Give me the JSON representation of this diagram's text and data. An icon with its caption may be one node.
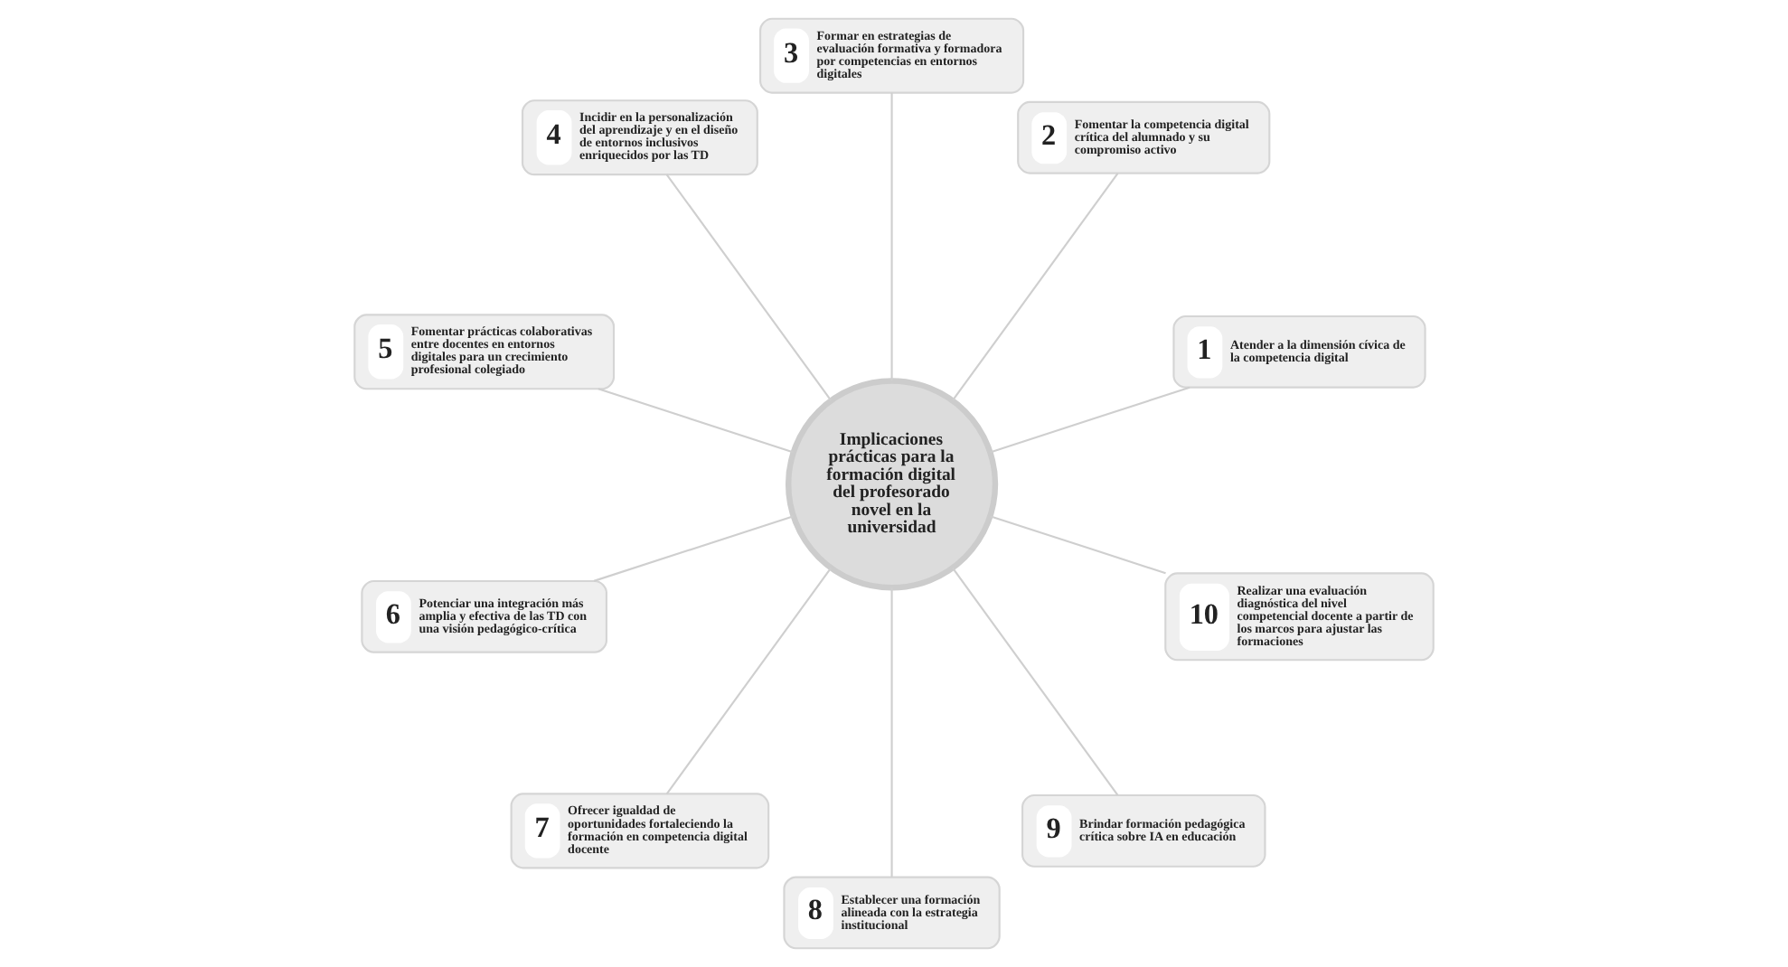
{
  "diagram": {
    "nodes": [
      {
        "text": [
          "Implicaciones prácticas para la formación digital del profesorado novel en la universidad"
        ]
      },
      {
        "text": [
          "1",
          "Atender a la dimensión cívica de la competencia digital"
        ]
      },
      {
        "text": [
          "2",
          "Fomentar la competencia digital crítica del alumnado y su compromiso activo"
        ]
      },
      {
        "text": [
          "3",
          "Formar en estrategias de evaluación formativa y formadora por competencias en entornos digitales"
        ]
      },
      {
        "text": [
          "4",
          "Incidir en la personalización del aprendizaje y en el diseño de entornos inclusivos enriquecidos por las TD"
        ]
      },
      {
        "text": [
          "5",
          "Fomentar prácticas colaborativas entre docentes en entornos digitales para un crecimiento profesional colegiado"
        ]
      },
      {
        "text": [
          "6",
          "Potenciar una integración más amplia y efectiva de las TD con una visión pedagógico-crítica"
        ]
      },
      {
        "text": [
          "7",
          "Ofrecer igualdad de oportunidades fortaleciendo la formación en competencia digital docente"
        ]
      },
      {
        "text": [
          "8",
          "Establecer una formación alineada con la estrategia institucional"
        ]
      },
      {
        "text": [
          "9",
          "Brindar formación pedagógica crítica sobre IA en educación"
        ]
      },
      {
        "text": [
          "10",
          "Realizar una evaluación diagnóstica del nivel competencial docente a partir de los marcos para ajustar las formaciones"
        ]
      }
    ],
    "edges": [
      {
        "from": 0,
        "to": 1,
        "arrow": "none"
      },
      {
        "from": 0,
        "to": 2,
        "arrow": "none"
      },
      {
        "from": 0,
        "to": 3,
        "arrow": "none"
      },
      {
        "from": 0,
        "to": 4,
        "arrow": "none"
      },
      {
        "from": 0,
        "to": 5,
        "arrow": "none"
      },
      {
        "from": 0,
        "to": 6,
        "arrow": "none"
      },
      {
        "from": 0,
        "to": 7,
        "arrow": "none"
      },
      {
        "from": 0,
        "to": 8,
        "arrow": "none"
      },
      {
        "from": 0,
        "to": 9,
        "arrow": "none"
      },
      {
        "from": 0,
        "to": 10,
        "arrow": "none"
      }
    ]
  }
}
